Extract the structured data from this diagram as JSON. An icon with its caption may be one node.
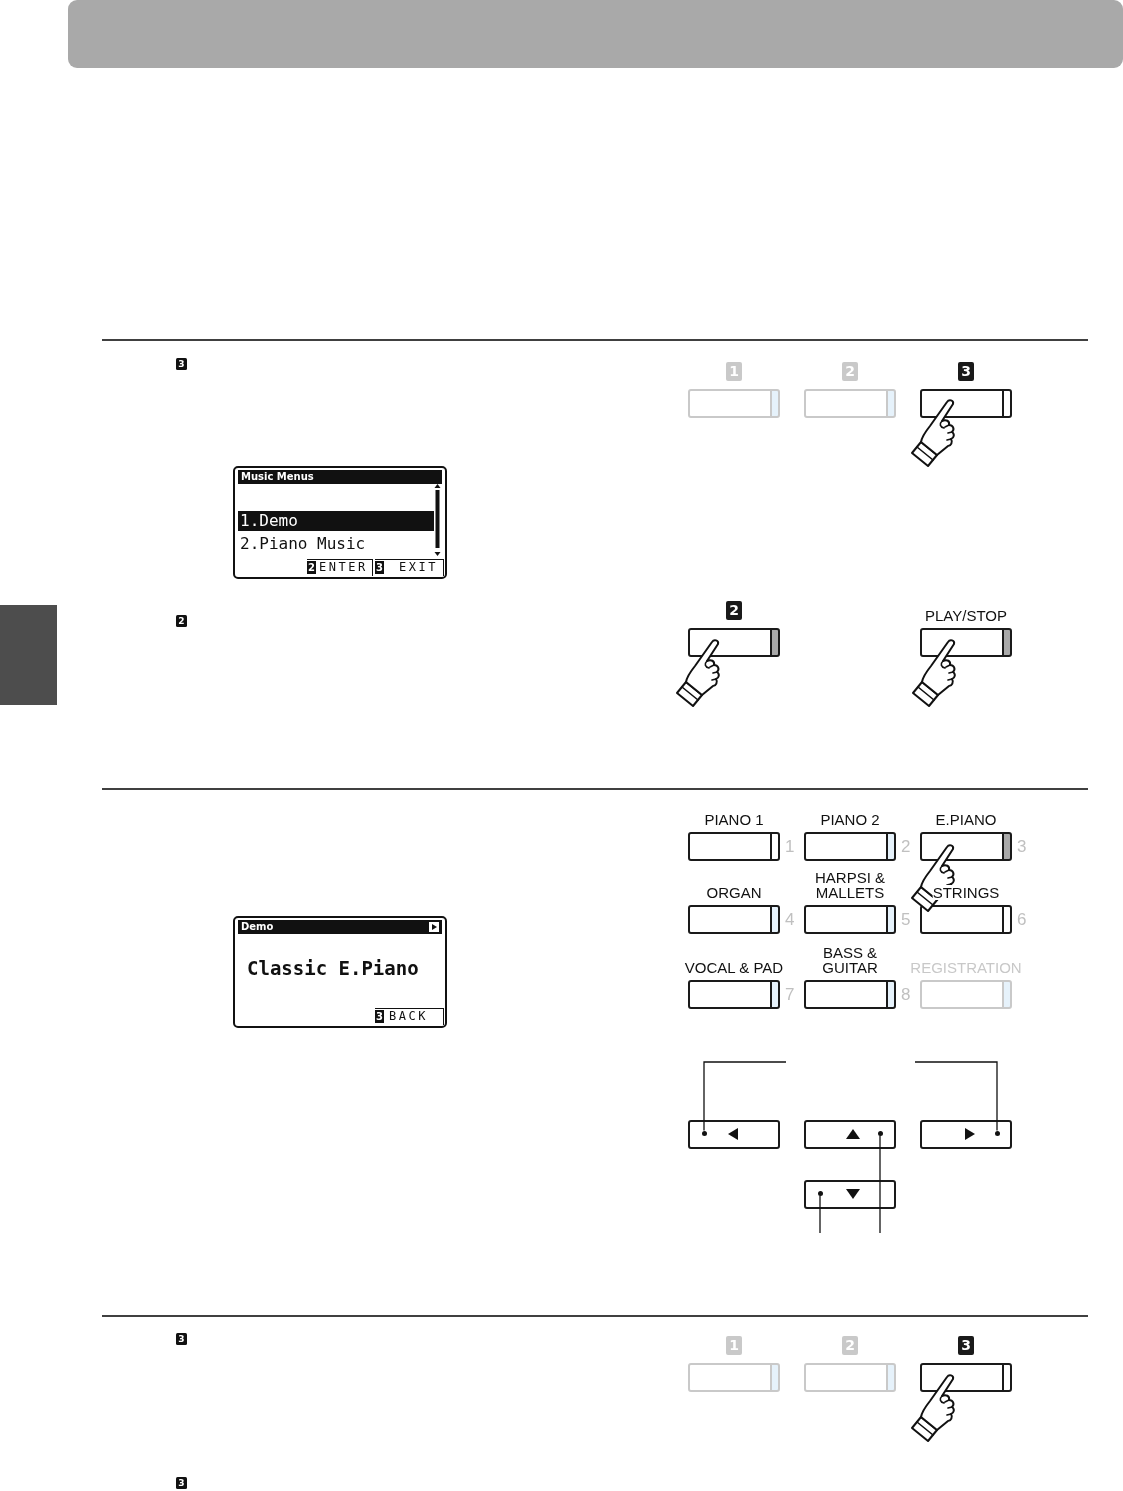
{
  "diagram": {
    "nodes": [
      {
        "text": [],
        "shape": "bar"
      },
      {
        "text": [
          "1"
        ]
      },
      {
        "text": [
          "2"
        ]
      },
      {
        "text": [
          "3"
        ]
      },
      {
        "text": [
          "Music Menus",
          "1.Demo",
          "2.Piano Music",
          "2",
          "ENTER",
          "3",
          "EXIT"
        ]
      },
      {
        "text": [],
        "shape": "box"
      },
      {
        "text": [
          "2"
        ]
      },
      {
        "text": [
          "PLAY/STOP"
        ]
      },
      {
        "text": [
          "PIANO 1"
        ],
        "beside": [
          "1"
        ]
      },
      {
        "text": [
          "PIANO 2"
        ],
        "beside": [
          "2"
        ]
      },
      {
        "text": [
          "E.PIANO"
        ],
        "beside": [
          "3"
        ]
      },
      {
        "text": [
          "ORGAN"
        ],
        "beside": [
          "4"
        ]
      },
      {
        "text": [
          "HARPSI & MALLETS"
        ],
        "beside": [
          "5"
        ]
      },
      {
        "text": [
          "STRINGS"
        ],
        "beside": [
          "6"
        ]
      },
      {
        "text": [
          "VOCAL & PAD"
        ],
        "beside": [
          "7"
        ]
      },
      {
        "text": [
          "BASS & GUITAR"
        ],
        "beside": [
          "8"
        ]
      },
      {
        "text": [
          "REGISTRATION"
        ]
      },
      {
        "text": [
          "Demo",
          "Classic E.Piano",
          "3",
          "BACK"
        ]
      },
      {
        "text": [],
        "shape": "box"
      },
      {
        "text": [],
        "shape": "box"
      },
      {
        "text": [],
        "shape": "box"
      },
      {
        "text": [],
        "shape": "box"
      },
      {
        "text": [
          "1"
        ]
      },
      {
        "text": [
          "2"
        ]
      },
      {
        "text": [
          "3"
        ]
      }
    ],
    "edges": [
      {
        "from": null,
        "to": 18,
        "arrow": "none"
      },
      {
        "from": null,
        "to": 20,
        "arrow": "none"
      },
      {
        "from": null,
        "to": 19,
        "arrow": "none"
      },
      {
        "from": null,
        "to": 21,
        "arrow": "none"
      }
    ],
    "labels": [
      "3",
      "2",
      "3",
      "3"
    ]
  }
}
